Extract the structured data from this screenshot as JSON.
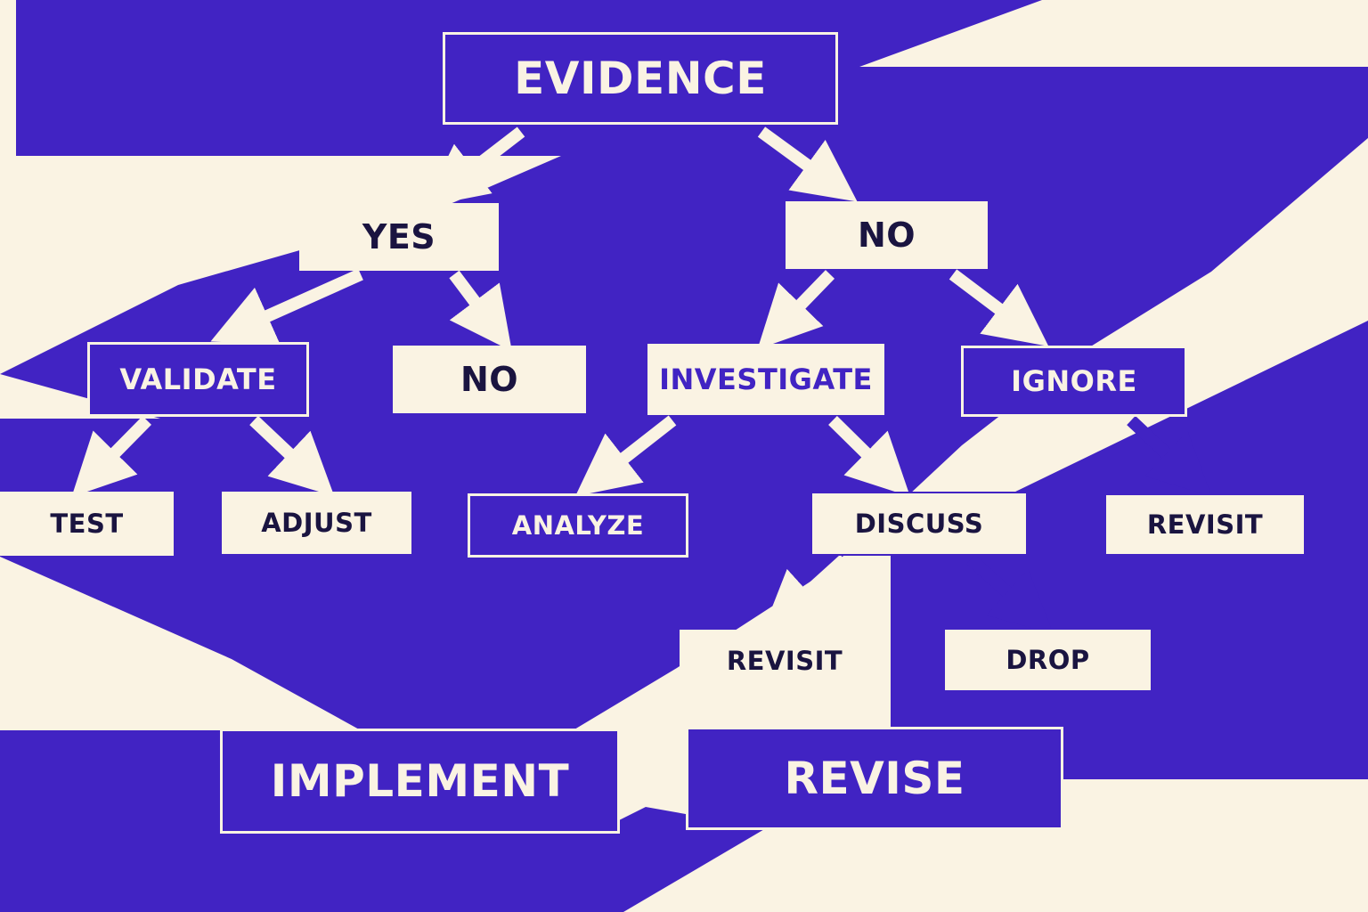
{
  "diagram": {
    "root": "EVIDENCE",
    "level1": {
      "yes": "YES",
      "no": "NO"
    },
    "level2": {
      "validate": "VALIDATE",
      "no": "NO",
      "investigate": "INVESTIGATE",
      "ignore": "IGNORE"
    },
    "level3": {
      "test": "TEST",
      "adjust": "ADJUST",
      "analyze": "ANALYZE",
      "discuss": "DISCUSS",
      "revisit": "REVISIT"
    },
    "level4": {
      "revisit": "REVISIT",
      "drop": "DROP"
    },
    "bottom": {
      "implement": "IMPLEMENT",
      "revise": "REVISE"
    }
  },
  "colors": {
    "accent": "#4123c3",
    "background": "#faf3e3",
    "ink": "#1a1440"
  }
}
